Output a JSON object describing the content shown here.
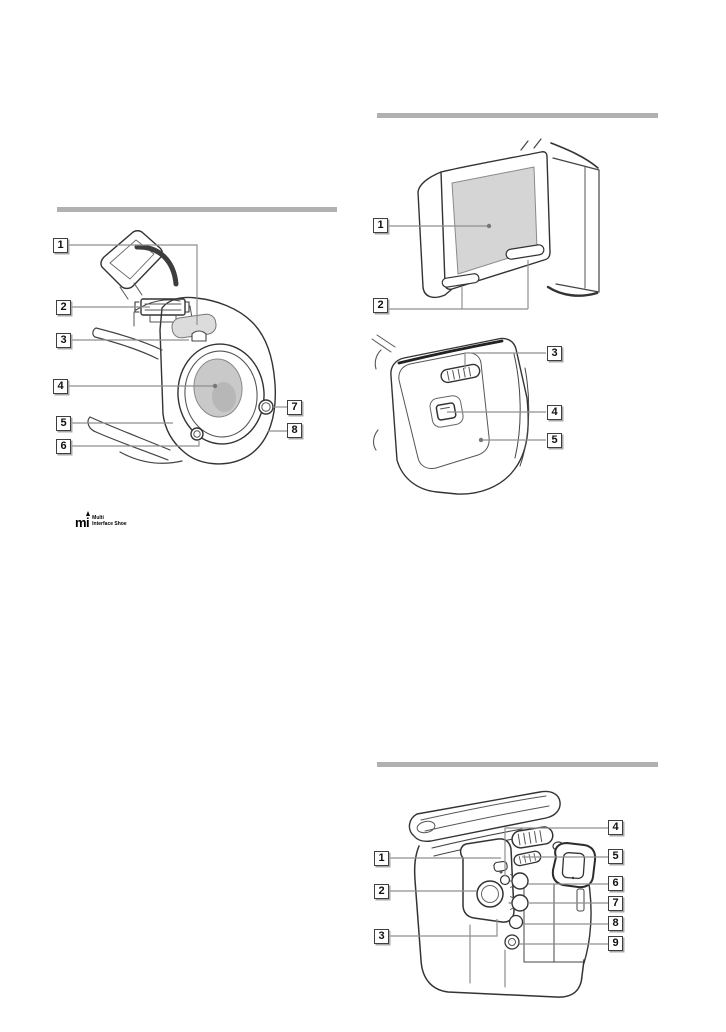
{
  "colors": {
    "section_bar": "#b1b1b1",
    "leader_line": "#8f8f8f",
    "outline": "#333333",
    "screen_fill": "#d5d5d5",
    "lens_fill": "#c9c9c9",
    "top_panel_fill": "#dcdcdc"
  },
  "sections": {
    "front_view": {
      "callouts": [
        "1",
        "2",
        "3",
        "4",
        "5",
        "6",
        "7",
        "8"
      ]
    },
    "lcd_view": {
      "callouts": [
        "1",
        "2"
      ]
    },
    "side_view": {
      "callouts": [
        "3",
        "4",
        "5"
      ]
    },
    "rear_view": {
      "callouts": [
        "1",
        "2",
        "3",
        "4",
        "5",
        "6",
        "7",
        "8",
        "9"
      ]
    }
  },
  "logo": {
    "abbr": "mi",
    "caption_line1": "Multi",
    "caption_line2": "Interface Shoe"
  }
}
